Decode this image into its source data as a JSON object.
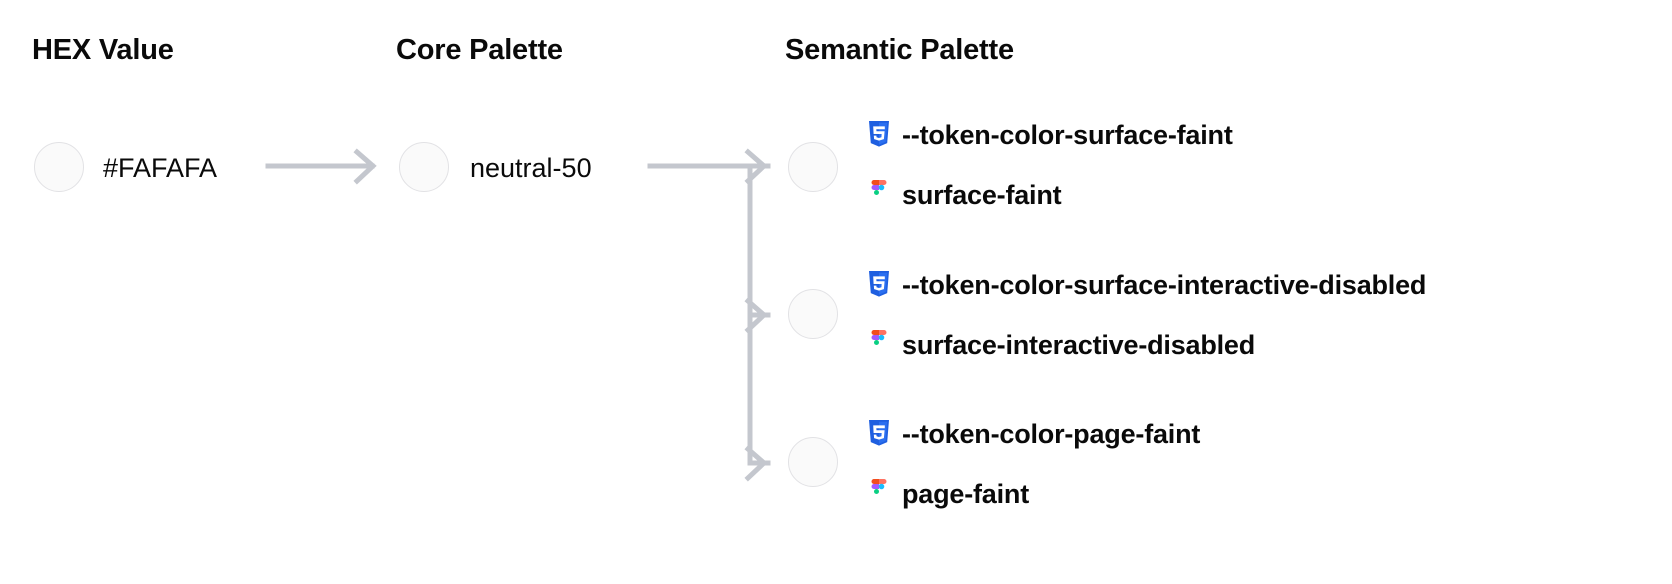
{
  "columns": {
    "hex": {
      "title": "HEX Value"
    },
    "core": {
      "title": "Core Palette"
    },
    "semantic": {
      "title": "Semantic Palette"
    }
  },
  "hex": {
    "value": "#FAFAFA",
    "swatch_color": "#FAFAFA",
    "swatch_border": "#E2E2E5"
  },
  "core": {
    "value": "neutral-50",
    "swatch_color": "#FAFAFA",
    "swatch_border": "#E2E2E5"
  },
  "semantic": {
    "rows": [
      {
        "css_token": "--token-color-surface-faint",
        "figma_token": "surface-faint",
        "css_icon": "css3-icon",
        "figma_icon": "figma-icon",
        "swatch_color": "#FAFAFA"
      },
      {
        "css_token": "--token-color-surface-interactive-disabled",
        "figma_token": "surface-interactive-disabled",
        "css_icon": "css3-icon",
        "figma_icon": "figma-icon",
        "swatch_color": "#FAFAFA"
      },
      {
        "css_token": "--token-color-page-faint",
        "figma_token": "page-faint",
        "css_icon": "css3-icon",
        "figma_icon": "figma-icon",
        "swatch_color": "#FAFAFA"
      }
    ]
  },
  "connectors": {
    "color": "#C4C7CE",
    "arrow_icon": "arrow-right-icon"
  },
  "icon_colors": {
    "css3_shield": "#1F5FE0",
    "css3_shield_light": "#2B6FF0",
    "css3_glyph": "#FFFFFF",
    "figma_orange": "#F24E1E",
    "figma_red": "#FF7262",
    "figma_purple": "#A259FF",
    "figma_blue": "#1ABCFE",
    "figma_green": "#0ACF83"
  }
}
